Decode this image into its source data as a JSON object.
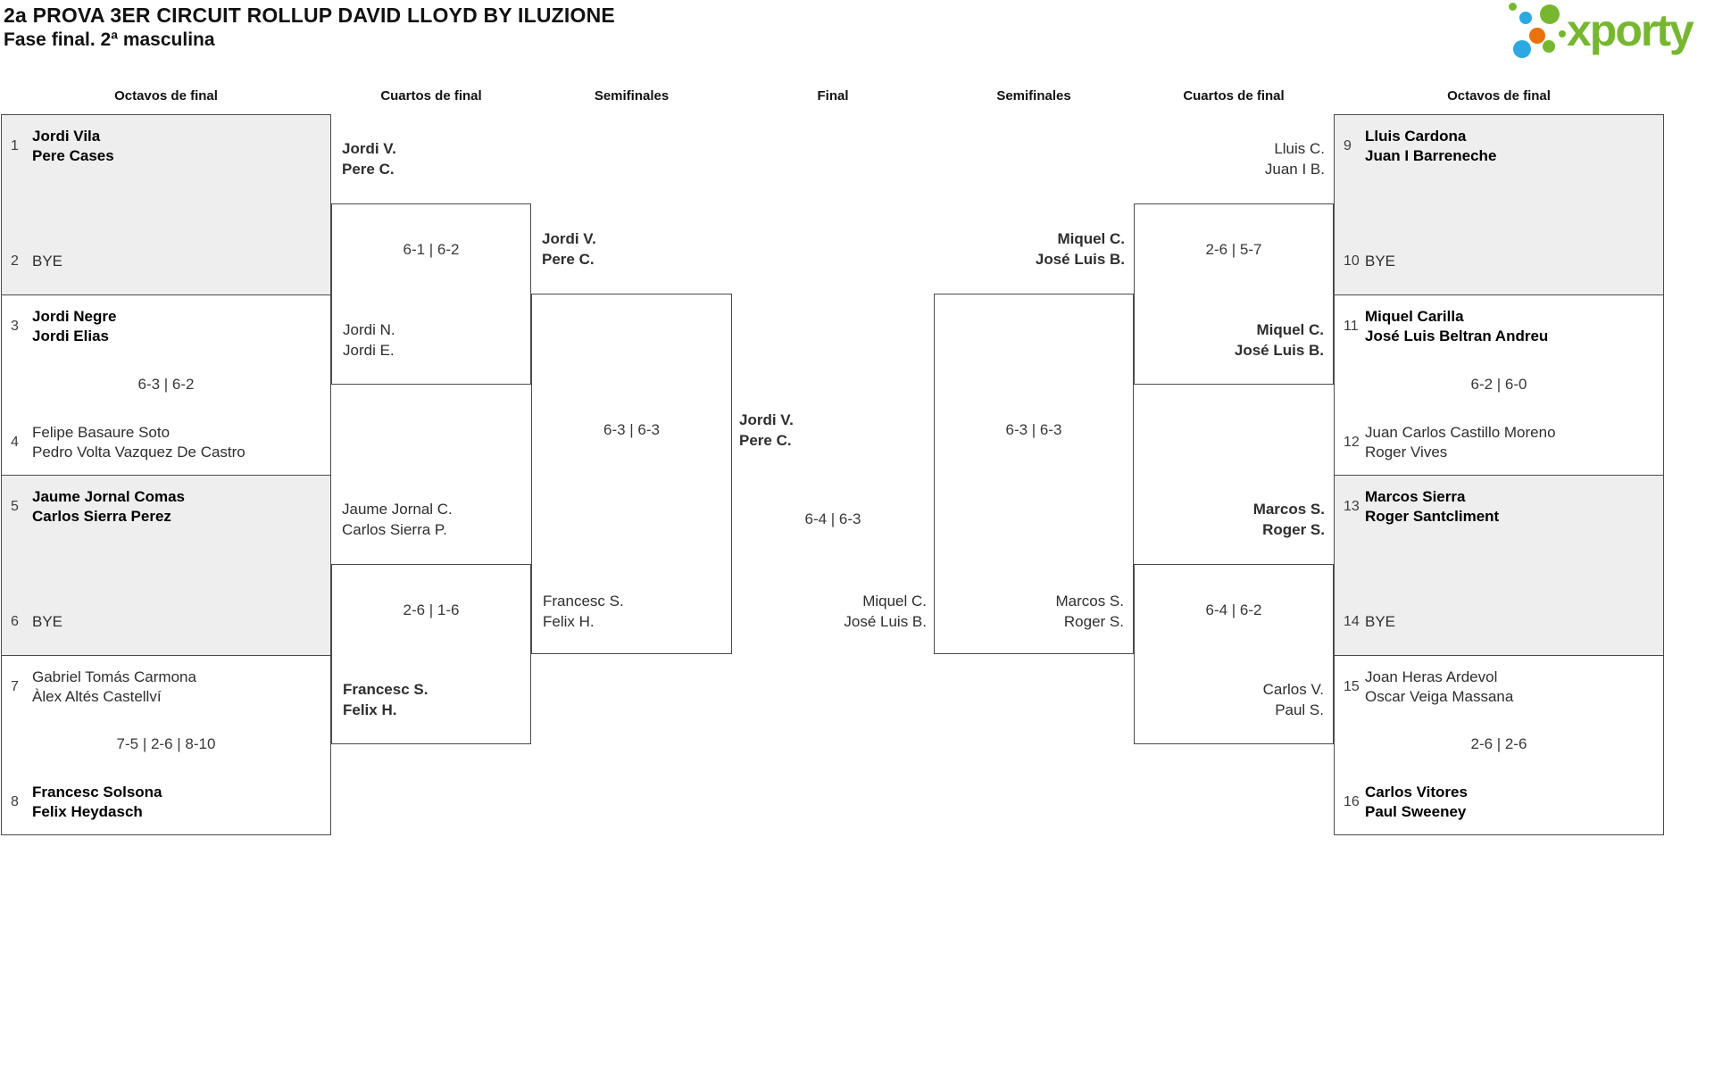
{
  "title": "2a PROVA 3ER CIRCUIT ROLLUP DAVID LLOYD BY ILUZIONE",
  "subtitle": "Fase final. 2ª masculina",
  "logo": {
    "text": "xporty"
  },
  "colors": {
    "green": "#76b72f",
    "blue": "#2ba9e0",
    "orange": "#e8720c",
    "gray_bg": "#eeeeee",
    "border": "#4a4a4a"
  },
  "rounds": {
    "r16_left": "Octavos de final",
    "qf_left": "Cuartos de final",
    "sf_left": "Semifinales",
    "final": "Final",
    "sf_right": "Semifinales",
    "qf_right": "Cuartos de final",
    "r16_right": "Octavos de final"
  },
  "r16": [
    {
      "seed_top": "1",
      "top1": "Jordi Vila",
      "top2": "Pere Cases",
      "seed_bottom": "2",
      "bottom1": "BYE"
    },
    {
      "seed_top": "3",
      "top1": "Jordi Negre",
      "top2": "Jordi Elias",
      "score": "6-3 | 6-2",
      "seed_bottom": "4",
      "bottom1": "Felipe Basaure Soto",
      "bottom2": "Pedro Volta Vazquez De Castro"
    },
    {
      "seed_top": "5",
      "top1": "Jaume Jornal Comas",
      "top2": "Carlos Sierra Perez",
      "seed_bottom": "6",
      "bottom1": "BYE"
    },
    {
      "seed_top": "7",
      "top1": "Gabriel Tomás Carmona",
      "top2": "Àlex Altés Castellví",
      "score": "7-5 | 2-6 | 8-10",
      "seed_bottom": "8",
      "bottom1": "Francesc Solsona",
      "bottom2": "Felix Heydasch"
    },
    {
      "seed_top": "9",
      "top1": "Lluis Cardona",
      "top2": "Juan I Barreneche",
      "seed_bottom": "10",
      "bottom1": "BYE"
    },
    {
      "seed_top": "11",
      "top1": "Miquel Carilla",
      "top2": "José Luis Beltran Andreu",
      "score": "6-2 | 6-0",
      "seed_bottom": "12",
      "bottom1": "Juan Carlos Castillo Moreno",
      "bottom2": "Roger Vives"
    },
    {
      "seed_top": "13",
      "top1": "Marcos Sierra",
      "top2": "Roger Santcliment",
      "seed_bottom": "14",
      "bottom1": "BYE"
    },
    {
      "seed_top": "15",
      "top1": "Joan Heras Ardevol",
      "top2": "Oscar Veiga Massana",
      "score": "2-6 | 2-6",
      "seed_bottom": "16",
      "bottom1": "Carlos Vitores",
      "bottom2": "Paul Sweeney"
    }
  ],
  "qf": [
    {
      "top1": "Jordi V.",
      "top2": "Pere C.",
      "score": "6-1 | 6-2",
      "bottom1": "Jordi N.",
      "bottom2": "Jordi E."
    },
    {
      "top1": "Jaume Jornal C.",
      "top2": "Carlos Sierra P.",
      "score": "2-6 | 1-6",
      "bottom1": "Francesc S.",
      "bottom2": "Felix H."
    },
    {
      "top1": "Lluis C.",
      "top2": "Juan I B.",
      "score": "2-6 | 5-7",
      "bottom1": "Miquel C.",
      "bottom2": "José Luis B."
    },
    {
      "top1": "Marcos S.",
      "top2": "Roger S.",
      "score": "6-4 | 6-2",
      "bottom1": "Carlos V.",
      "bottom2": "Paul S."
    }
  ],
  "sf": [
    {
      "top1": "Jordi V.",
      "top2": "Pere C.",
      "score": "6-3 | 6-3",
      "bottom1": "Francesc S.",
      "bottom2": "Felix H."
    },
    {
      "top1": "Miquel C.",
      "top2": "José Luis B.",
      "score": "6-3 | 6-3",
      "bottom1": "Marcos S.",
      "bottom2": "Roger S."
    }
  ],
  "final": {
    "winner1": "Jordi V.",
    "winner2": "Pere C.",
    "score": "6-4 | 6-3",
    "runner1": "Miquel C.",
    "runner2": "José Luis B."
  }
}
